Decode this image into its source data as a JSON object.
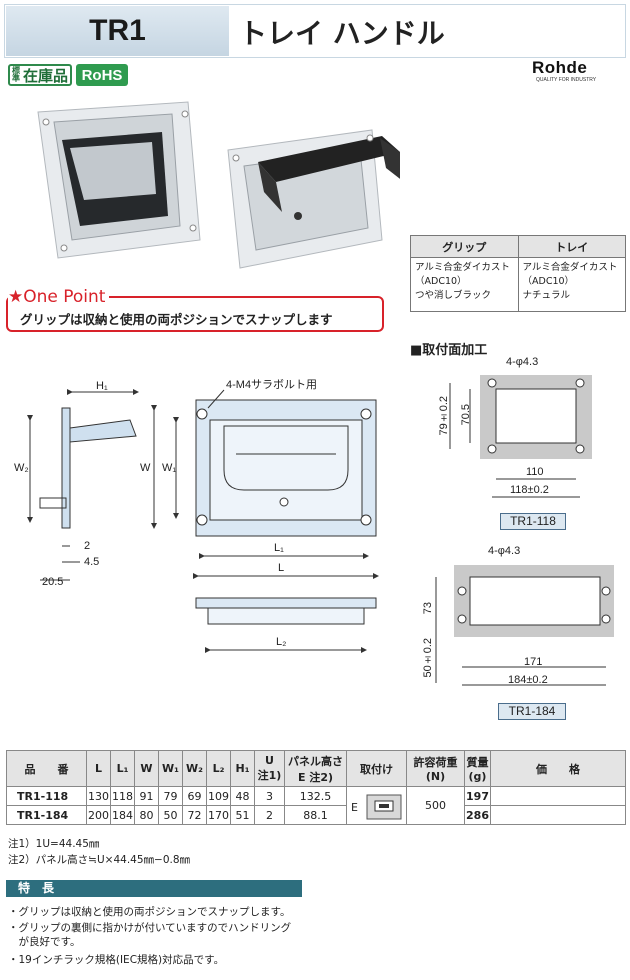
{
  "header": {
    "code": "TR1",
    "title": "トレイ ハンドル"
  },
  "badges": {
    "std_vertical": "標準",
    "std_main": "在庫品",
    "rohs": "RoHS"
  },
  "brand": {
    "name": "Rohde",
    "tagline": "QUALITY FOR INDUSTRY"
  },
  "materials": {
    "headers": [
      "グリップ",
      "トレイ"
    ],
    "grip": [
      "アルミ合金ダイカスト",
      "（ADC10）",
      "つや消しブラック"
    ],
    "tray": [
      "アルミ合金ダイカスト",
      "（ADC10）",
      "ナチュラル"
    ]
  },
  "one_point": {
    "title": "★One Point",
    "text": "グリップは収納と使用の両ポジションでスナップします"
  },
  "mounting": {
    "title": "■取付面加工",
    "a": {
      "holes": "4-φ4.3",
      "h_outer": "79±0.2",
      "h_inner": "70.5",
      "w_inner": "110",
      "w_outer": "118±0.2",
      "label": "TR1-118"
    },
    "b": {
      "holes": "4-φ4.3",
      "h_inner": "73",
      "h_outer": "50±0.2",
      "w_inner": "171",
      "w_outer": "184±0.2",
      "label": "TR1-184"
    }
  },
  "drawing": {
    "h1": "H₁",
    "w2": "W₂",
    "w": "W",
    "w1": "W₁",
    "bolt": "4-M4サラボルト用",
    "l1": "L₁",
    "l": "L",
    "l2": "L₂",
    "d2": "2",
    "d45": "4.5",
    "d205": "20.5"
  },
  "spec_table": {
    "headers": [
      "品　　番",
      "L",
      "L₁",
      "W",
      "W₁",
      "W₂",
      "L₂",
      "H₁",
      "U\n注1)",
      "パネル高さ\nE 注2)",
      "取付け",
      "許容荷重\n(N)",
      "質量\n(g)",
      "価　　格"
    ],
    "rows": [
      [
        "TR1-118",
        "130",
        "118",
        "91",
        "79",
        "69",
        "109",
        "48",
        "3",
        "132.5",
        "197"
      ],
      [
        "TR1-184",
        "200",
        "184",
        "80",
        "50",
        "72",
        "170",
        "51",
        "2",
        "88.1",
        "286"
      ]
    ],
    "mount_letter": "E",
    "load": "500"
  },
  "notes": [
    "注1）1U=44.45㎜",
    "注2）パネル高さ≒U×44.45㎜−0.8㎜"
  ],
  "features": {
    "title": "特　長",
    "items": [
      "・グリップは収納と使用の両ポジションでスナップします。",
      "・グリップの裏側に指かけが付いていますのでハンドリング",
      "　が良好です。",
      "・19インチラック規格(IEC規格)対応品です。"
    ]
  },
  "colors": {
    "red": "#d8222a",
    "teal": "#2d6e7e",
    "green": "#2f9b4f",
    "header_blue": "#c5d5e2"
  }
}
